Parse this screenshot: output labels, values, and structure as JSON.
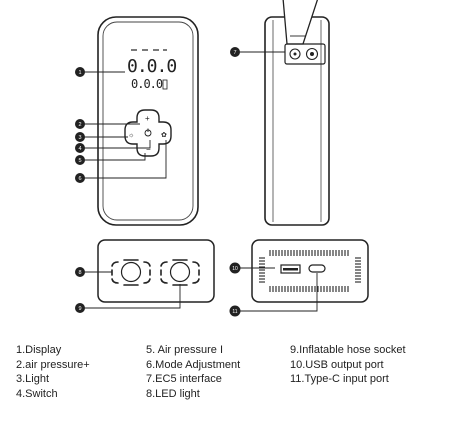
{
  "display": {
    "top_readout": "0.0.0",
    "bottom_readout": "0.0.0"
  },
  "callouts": [
    "1",
    "2",
    "3",
    "4",
    "5",
    "6",
    "7",
    "8",
    "9",
    "10",
    "11"
  ],
  "legend": {
    "col1": [
      "1.Display",
      "2.air pressure+",
      "3.Light",
      "4.Switch"
    ],
    "col2": [
      "5. Air pressure I",
      "6.Mode Adjustment",
      "7.EC5 interface",
      "8.LED light"
    ],
    "col3": [
      "9.Inflatable hose socket",
      "10.USB output port",
      "11.Type-C input port"
    ]
  }
}
